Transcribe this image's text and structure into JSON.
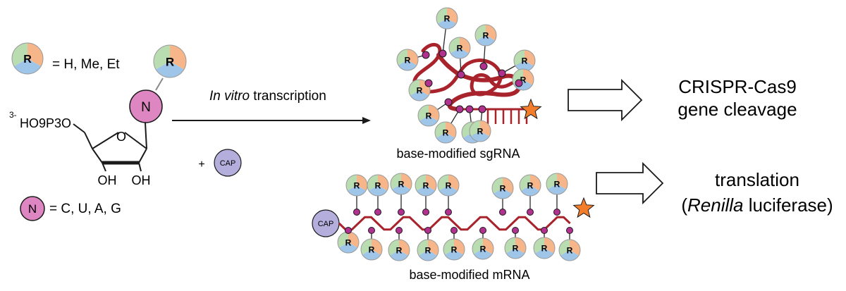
{
  "legend_r": {
    "symbol": "R",
    "text": "= H, Me, Et"
  },
  "legend_n": {
    "symbol": "N",
    "text": "= C, U, A, G"
  },
  "nucleotide": {
    "base": "N",
    "phosphate_prefix": "3-",
    "phosphate_text": "HO9P3O",
    "ring_oxygen": "O",
    "hydroxyl_left": "OH",
    "hydroxyl_right": "OH"
  },
  "cap": {
    "label": "CAP",
    "plus": "+"
  },
  "arrow_main": {
    "italic": "In vitro",
    "rest": " transcription"
  },
  "sgrna": {
    "caption": "base-modified sgRNA"
  },
  "mrna": {
    "caption": "base-modified mRNA"
  },
  "outcome_crispr": {
    "line1": "CRISPR-Cas9",
    "line2": "gene cleavage"
  },
  "outcome_translation": {
    "line1": "translation",
    "line2_open": "(",
    "line2_italic": "Renilla",
    "line2_rest": " luciferase)"
  },
  "colors": {
    "r_green": "#b9dcb1",
    "r_orange": "#f6b68a",
    "r_blue": "#9fc6e8",
    "n_pink": "#de86c2",
    "cap_purple": "#b3aedb",
    "rna_red": "#a8232b",
    "node_purple": "#b0318e",
    "star_orange": "#f47d2c"
  }
}
